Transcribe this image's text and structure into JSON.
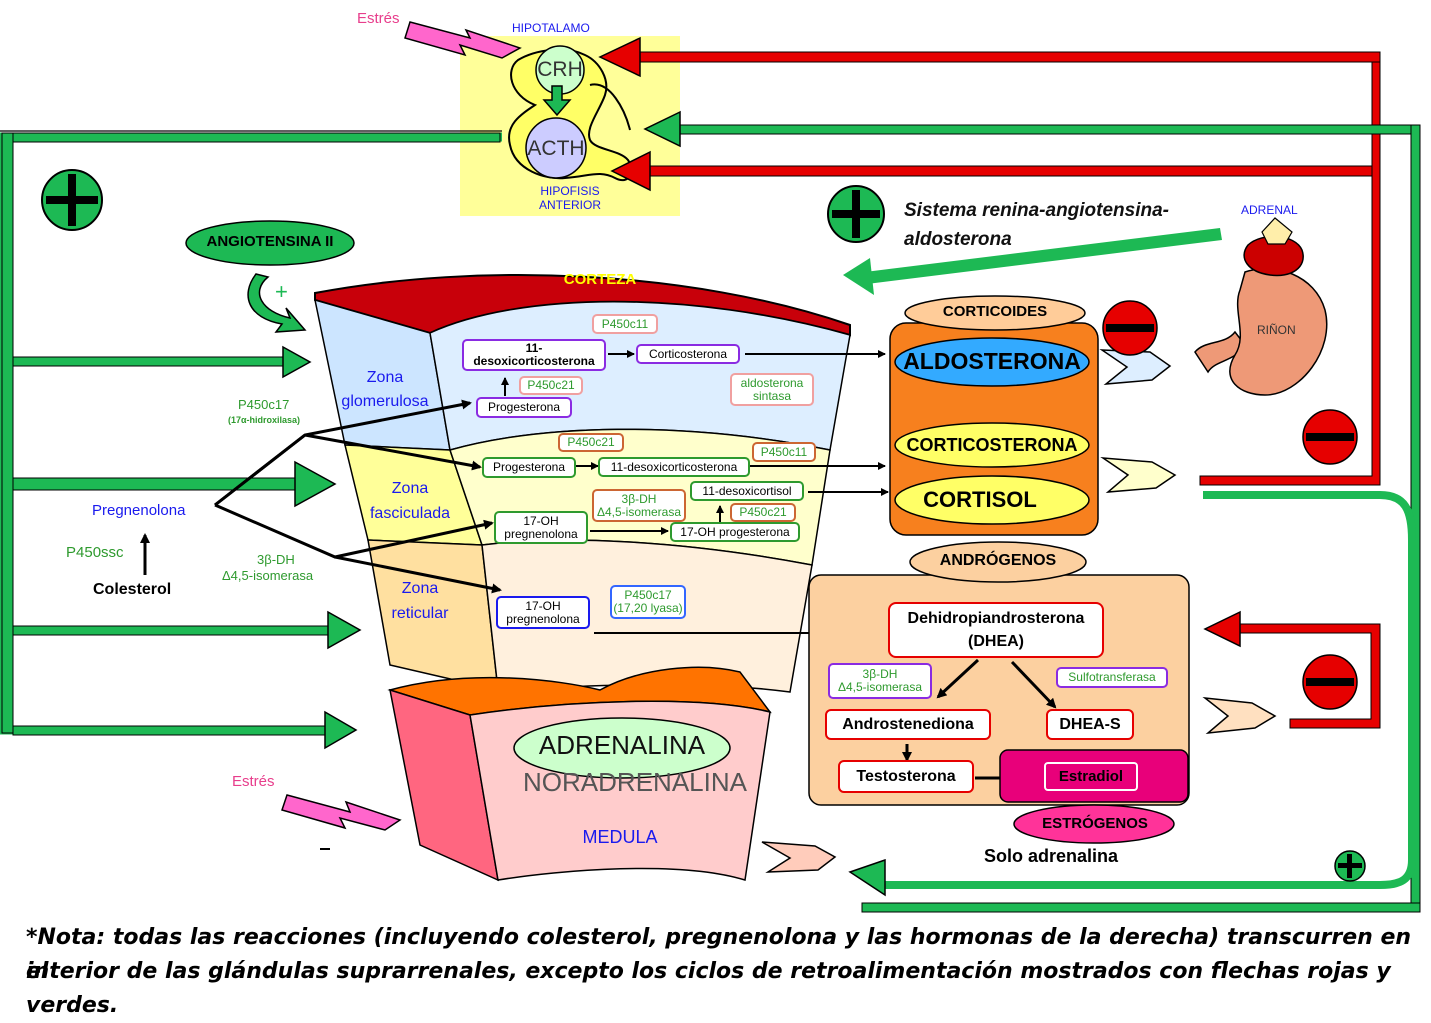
{
  "regulation": {
    "stress_top": "Estrés",
    "stress_bottom": "Estrés",
    "hypothalamus_label": "HIPOTALAMO",
    "crh": "CRH",
    "acth": "ACTH",
    "pituitary_label": "HIPOFISIS\nANTERIOR",
    "angiotensin": "ANGIOTENSINA II",
    "angiotensin_sign": "+",
    "raas": "Sistema renina-angiotensina-\naldosterona",
    "adrenal_label": "ADRENAL",
    "kidney_label": "RIÑON",
    "adrenaline_only": "Solo adrenalina"
  },
  "gland": {
    "cortex": "CORTEZA",
    "zona_glomerulosa": "Zona\nglomerulosa",
    "zona_fasciculada": "Zona\nfasciculada",
    "zona_reticular": "Zona\nreticular",
    "medulla_adrenaline": "ADRENALINA",
    "medulla_noradrenaline": "NORADRENALINA",
    "medulla": "MEDULA"
  },
  "precursors": {
    "pregnenolone": "Pregnenolona",
    "p450ssc": "P450ssc",
    "cholesterol": "Colesterol",
    "p450c17": "P450c17",
    "p450c17_sub": "(17α-hidroxilasa)",
    "hsd": "3β-DH",
    "isomerase": "Δ4,5-isomerasa"
  },
  "pathway": {
    "glom_p450c11": "P450c11",
    "deoxycorticosterone_11": "11-\ndesoxicorticosterona",
    "corticosterone": "Corticosterona",
    "glom_p450c21": "P450c21",
    "aldosterone_synthase": "aldosterona\nsintasa",
    "glom_progesterone": "Progesterona",
    "fasc_p450c21_top": "P450c21",
    "fasc_progesterone": "Progesterona",
    "fasc_11_deoxycorticosterone": "11-desoxicorticosterona",
    "fasc_p450c11": "P450c11",
    "fasc_hsd": "3β-DH\nΔ4,5-isomerasa",
    "deoxycortisol_11": "11-desoxicortisol",
    "fasc_p450c21_bottom": "P450c21",
    "fasc_17oh_pregnenolone": "17-OH\npregnenolona",
    "fasc_17oh_progesterone": "17-OH progesterona",
    "ret_17oh_pregnenolone": "17-OH\npregnenolona",
    "ret_p450c17": "P450c17\n(17,20 lyasa)"
  },
  "outputs": {
    "corticoids_header": "CORTICOIDES",
    "aldosterone": "ALDOSTERONA",
    "corticosterone": "CORTICOSTERONA",
    "cortisol": "CORTISOL",
    "androgens_header": "ANDRÓGENOS",
    "dhea": "Dehidropiandrosterona\n(DHEA)",
    "andro_hsd": "3β-DH\nΔ4,5-isomerasa",
    "sulfotransferase": "Sulfotransferasa",
    "androstenedione": "Androstenediona",
    "dhea_s": "DHEA-S",
    "testosterone": "Testosterona",
    "estradiol": "Estradiol",
    "estrogens": "ESTRÓGENOS"
  },
  "note": {
    "line1": "*Nota: todas las reacciones (incluyendo colesterol, pregnenolona y las hormonas de la derecha) transcurren en el",
    "line2": "interior de las glándulas suprarrenales, excepto los ciclos de retroalimentación mostrados con flechas rojas y  verdes."
  },
  "colors": {
    "green": "#1db954",
    "red": "#e60000",
    "cortex_red": "#c8000a",
    "yellow": "#ffff99",
    "orange": "#f7801e",
    "pink": "#ff0080"
  }
}
